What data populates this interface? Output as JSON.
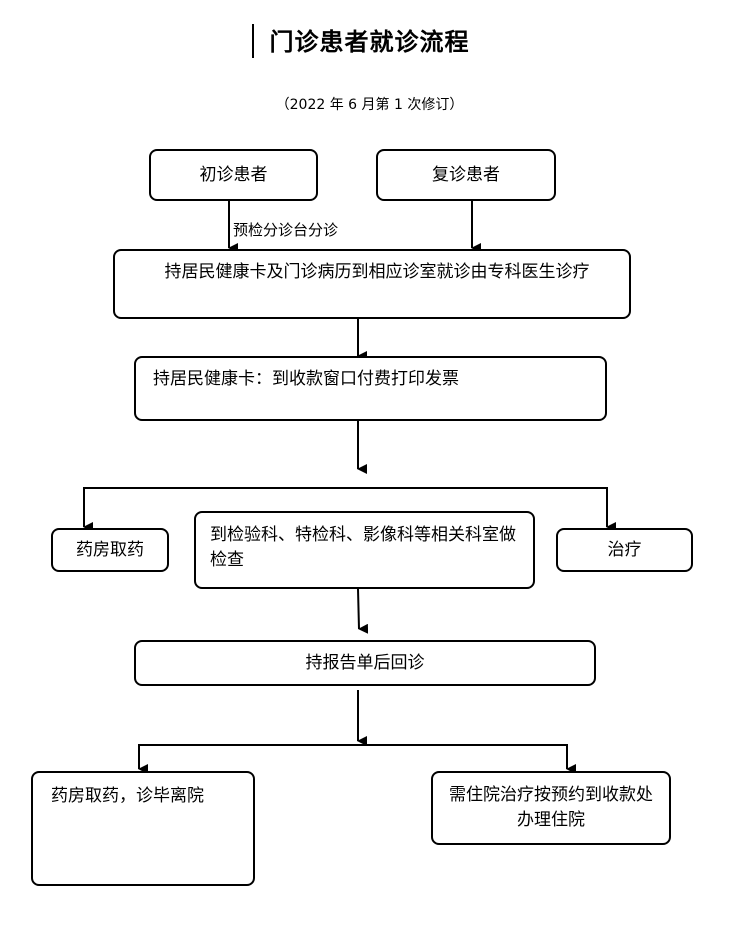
{
  "title": "门诊患者就诊流程",
  "subtitle": "（2022 年 6 月第 1 次修订）",
  "nodes": {
    "first_visit": "初诊患者",
    "return_visit": "复诊患者",
    "edge_label": "预检分诊台分诊",
    "consult": "持居民健康卡及门诊病历到相应诊室就诊由专科医生诊疗",
    "pay": "持居民健康卡：到收款窗口付费打印发票",
    "pharmacy": "药房取药",
    "exam": "到检验科、特检科、影像科等相关科室做检查",
    "treatment": "治疗",
    "report": "持报告单后回诊",
    "leave": "药房取药，诊毕离院",
    "admit": "需住院治疗按预约到收款处办理住院"
  }
}
